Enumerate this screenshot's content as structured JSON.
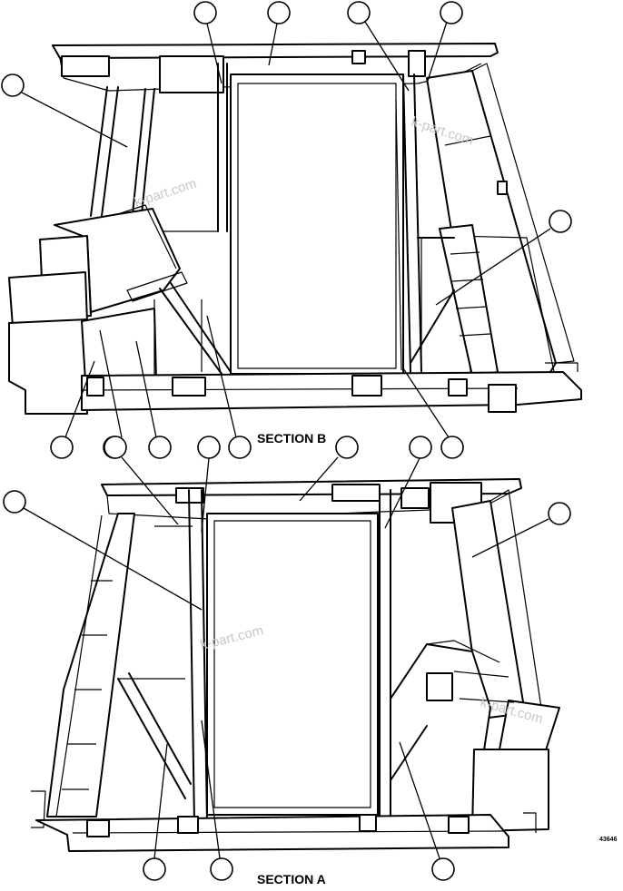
{
  "sections": {
    "b_label": "SECTION B",
    "a_label": "SECTION A"
  },
  "document_number": "43646",
  "watermark": "k-part.com"
}
